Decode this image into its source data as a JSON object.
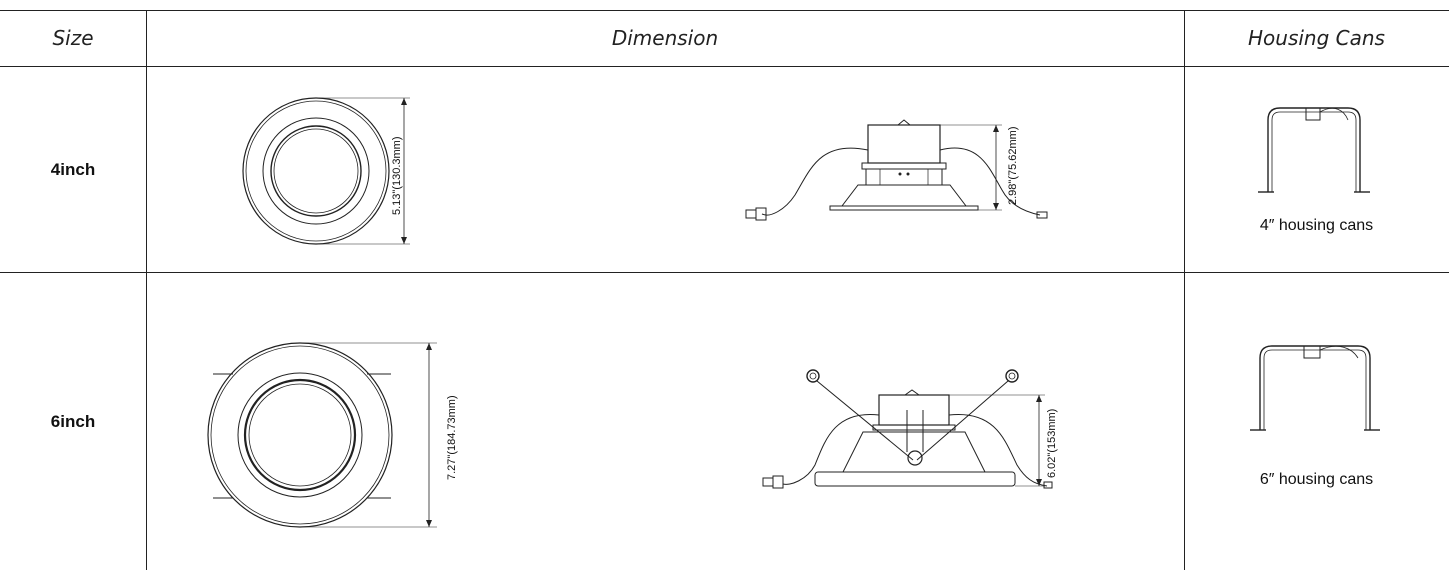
{
  "table": {
    "headers": {
      "size": "Size",
      "dimension": "Dimension",
      "housing": "Housing Cans"
    },
    "rows": [
      {
        "size": "4inch",
        "front_dimension": "5.13\"(130.3mm)",
        "side_dimension": "2.98\"(75.62mm)",
        "housing_caption": "4″ housing cans"
      },
      {
        "size": "6inch",
        "front_dimension": "7.27\"(184.73mm)",
        "side_dimension": "6.02\"(153mm)",
        "housing_caption": "6″ housing cans"
      }
    ]
  }
}
